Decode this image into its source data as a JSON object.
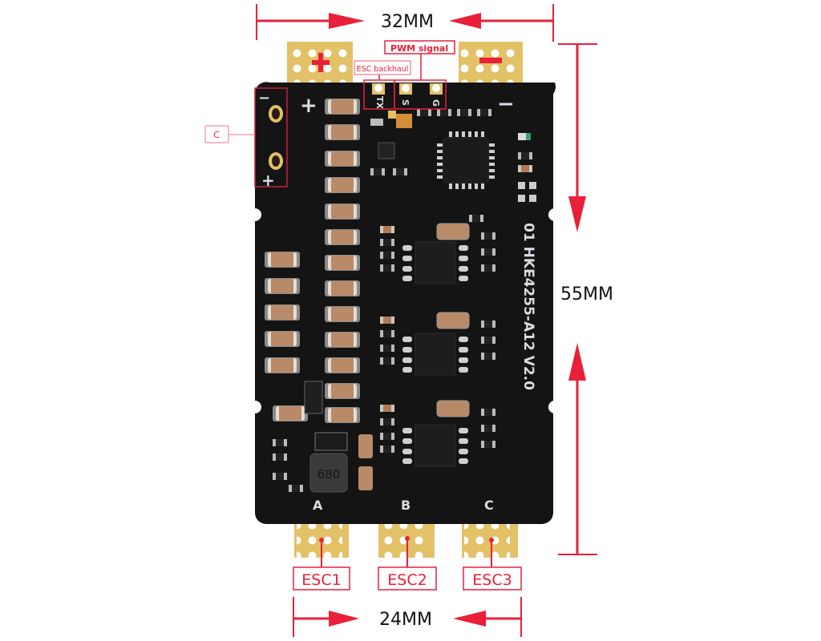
{
  "dimensions": {
    "top_width": "32MM",
    "height": "55MM",
    "bottom_spacing": "24MM"
  },
  "annotations": {
    "pwm_signal": "PWM signal",
    "esc_backhaul": "ESC backhaul",
    "capacitor_label": "C",
    "esc_outputs": [
      "ESC1",
      "ESC2",
      "ESC3"
    ]
  },
  "board": {
    "model_text": "01 HKE4255-A12 V2.0",
    "power_pads": {
      "positive": "+",
      "negative": "−"
    },
    "signal_pins": [
      "TX",
      "S",
      "G"
    ],
    "cap_pads": {
      "minus": "−",
      "plus": "+"
    },
    "silk_plus": "+",
    "silk_minus": "−",
    "phase_labels": [
      "A",
      "B",
      "C"
    ],
    "inductor_marking": "680"
  },
  "colors": {
    "annotation_red": "#e8203a",
    "pcb_black": "#141414",
    "gold_pad": "#e2c167",
    "capacitor": "#b98a68",
    "silkscreen": "#d8dce4"
  }
}
